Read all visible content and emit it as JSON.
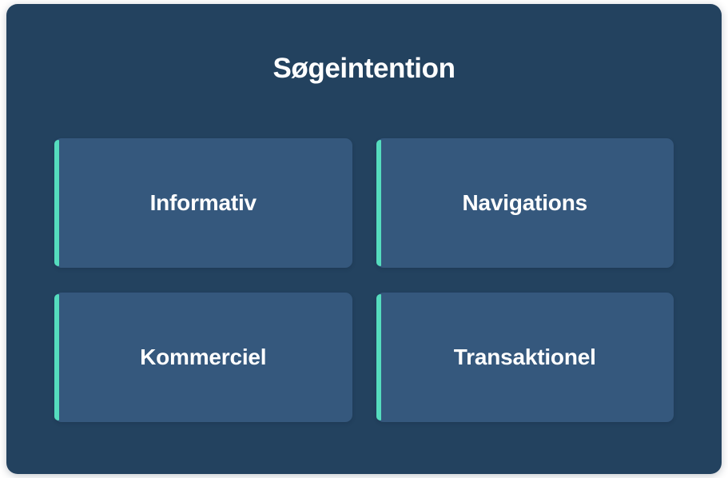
{
  "panel": {
    "title": "Søgeintention",
    "background_color": "#23425F",
    "page_background_color": "#FFFFFF"
  },
  "style": {
    "accent_color": "#55DCBE",
    "card_background_color": "#35587D",
    "text_color": "#FFFFFF"
  },
  "cards": [
    {
      "label": "Informativ",
      "accent": "#55DCBE"
    },
    {
      "label": "Navigations",
      "accent": "#55DCBE"
    },
    {
      "label": "Kommerciel",
      "accent": "#55DCBE"
    },
    {
      "label": "Transaktionel",
      "accent": "#55DCBE"
    }
  ]
}
